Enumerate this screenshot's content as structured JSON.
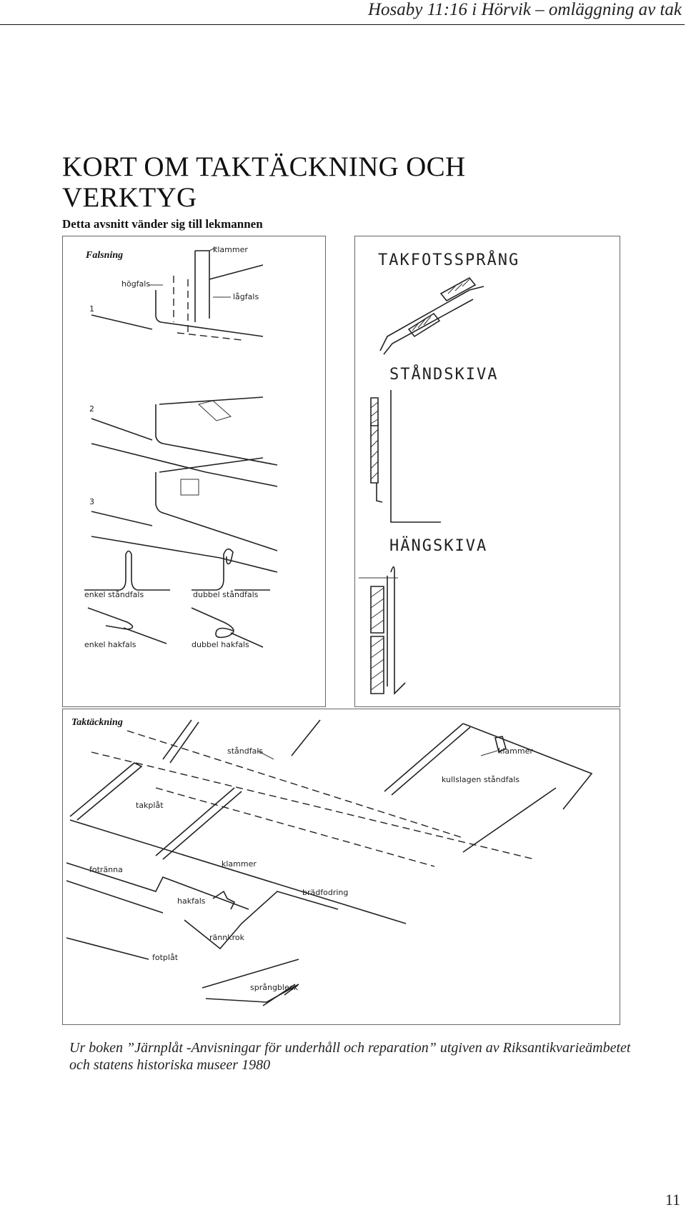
{
  "header": {
    "title": "Hosaby 11:16 i Hörvik – omläggning av tak"
  },
  "article": {
    "title": "KORT OM TAKTÄCKNING OCH VERKTYG",
    "subtitle": "Detta avsnitt vänder sig till lekmannen"
  },
  "figure_falsning": {
    "heading": "Falsning",
    "labels": {
      "klammer": "klammer",
      "hogfals": "högfals",
      "lagfals": "lågfals",
      "step1": "1",
      "step2": "2",
      "step3": "3",
      "enkel_standfals": "enkel ståndfals",
      "dubbel_standfals": "dubbel ståndfals",
      "enkel_hakfals": "enkel hakfals",
      "dubbel_hakfals": "dubbel hakfals"
    }
  },
  "figure_sketch": {
    "labels": {
      "takfotssprang": "TAKFOTSSPRÅNG",
      "standskiva": "STÅNDSKIVA",
      "hangskiva": "HÄNGSKIVA"
    }
  },
  "figure_taktackning": {
    "heading": "Taktäckning",
    "labels": {
      "standfals": "ståndfals",
      "klammer_top": "klammer",
      "kullslagen_standfals": "kullslagen ståndfals",
      "takplat": "takplåt",
      "fotranna": "fotränna",
      "klammer_mid": "klammer",
      "hakfals": "hakfals",
      "bradfodring": "brädfodring",
      "rannkrok": "rännkrok",
      "fotplat": "fotplåt",
      "sprangbleck": "språngbleck"
    }
  },
  "caption": {
    "line1": "Ur boken ”Järnplåt -Anvisningar för underhåll och reparation” utgiven av Riksantikvarieämbetet",
    "line2": "och statens historiska museer 1980"
  },
  "footer": {
    "page_number": "11"
  }
}
